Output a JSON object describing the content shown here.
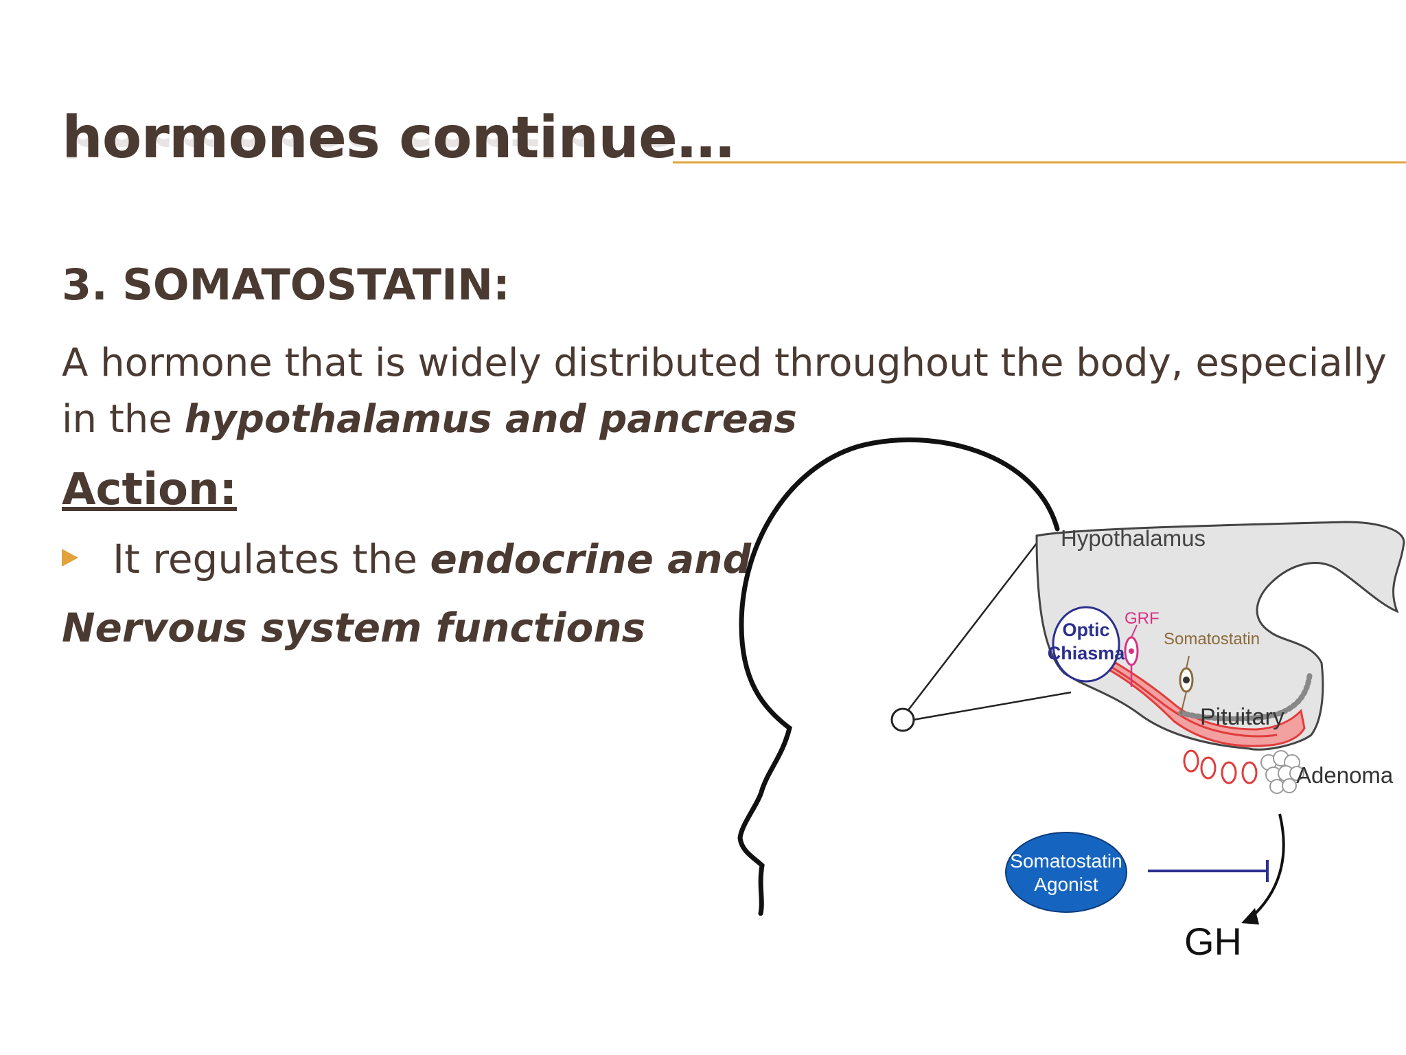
{
  "slide": {
    "title": "hormones continue…",
    "heading": "3. SOMATOSTATIN:",
    "description_plain": "A hormone that is widely distributed throughout the body, especially in the ",
    "description_emphasis": "hypothalamus and pancreas",
    "action_heading": "Action:",
    "bullet_plain": "It regulates the ",
    "bullet_emphasis": "endocrine and",
    "continuation": "Nervous system functions"
  },
  "diagram": {
    "labels": {
      "hypothalamus": "Hypothalamus",
      "optic_chiasma_line1": "Optic",
      "optic_chiasma_line2": "Chiasma",
      "grf": "GRF",
      "somatostatin": "Somatostatin",
      "pituitary": "Pituitary",
      "adenoma": "Adenoma",
      "agonist_line1": "Somatostatin",
      "agonist_line2": "Agonist",
      "gh": "GH"
    }
  },
  "colors": {
    "text": "#4a3a32",
    "accent_rule": "#e0a23a",
    "bullet_arrow": "#e2a33b",
    "agonist_fill": "#1565c0",
    "vessel_red": "#e23b3b",
    "inhibit_line": "#2b2f8f",
    "grf_pink": "#d63384"
  }
}
